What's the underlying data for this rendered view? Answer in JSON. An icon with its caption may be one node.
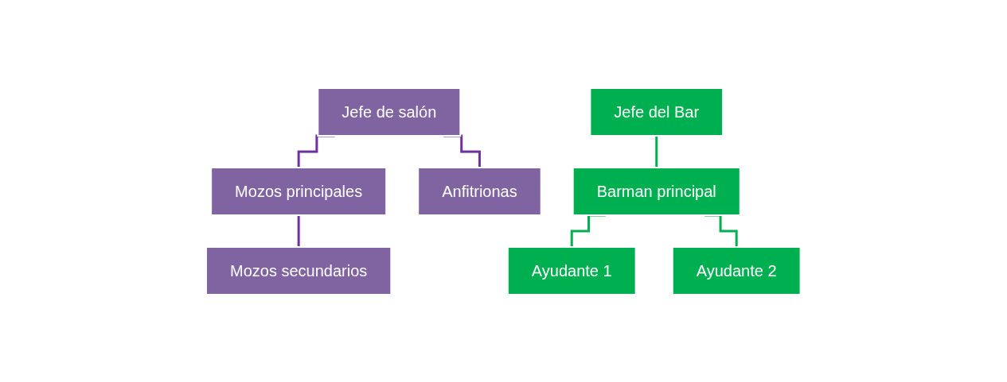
{
  "diagram": {
    "nodes": [
      {
        "text": [
          "Jefe de salón"
        ]
      },
      {
        "text": [
          "Mozos principales"
        ]
      },
      {
        "text": [
          "Anfitrionas"
        ]
      },
      {
        "text": [
          "Mozos secundarios"
        ]
      },
      {
        "text": [
          "Jefe del Bar"
        ]
      },
      {
        "text": [
          "Barman principal"
        ]
      },
      {
        "text": [
          "Ayudante 1"
        ]
      },
      {
        "text": [
          "Ayudante 2"
        ]
      }
    ],
    "edges": [
      {
        "from": 0,
        "to": 1,
        "arrow": "none",
        "color": "#7030a0"
      },
      {
        "from": 0,
        "to": 2,
        "arrow": "none",
        "color": "#7030a0"
      },
      {
        "from": 1,
        "to": 3,
        "arrow": "none",
        "color": "#7030a0"
      },
      {
        "from": 4,
        "to": 5,
        "arrow": "none",
        "color": "#00b050"
      },
      {
        "from": 5,
        "to": 6,
        "arrow": "none",
        "color": "#00b050"
      },
      {
        "from": 5,
        "to": 7,
        "arrow": "none",
        "color": "#00b050"
      }
    ]
  }
}
